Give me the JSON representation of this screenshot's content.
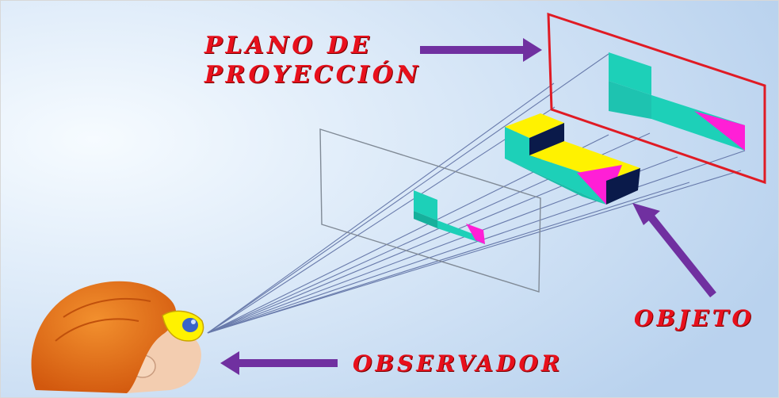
{
  "labels": {
    "projection_plane_line1": "PLANO DE",
    "projection_plane_line2": "PROYECCIÓN",
    "object": "OBJETO",
    "observer": "OBSERVADOR"
  },
  "colors": {
    "label_text": "#e8101c",
    "arrow": "#7030a0",
    "frame_red": "#e01b24",
    "face_cyan": "#1dd0b8",
    "face_yellow": "#fff200",
    "face_magenta": "#ff1fd6",
    "face_navy": "#0a1a4a",
    "background_light": "#e8f2fb",
    "background_blue": "#bcd5ee",
    "hair": "#e8701c",
    "skin": "#f3cdb0"
  }
}
